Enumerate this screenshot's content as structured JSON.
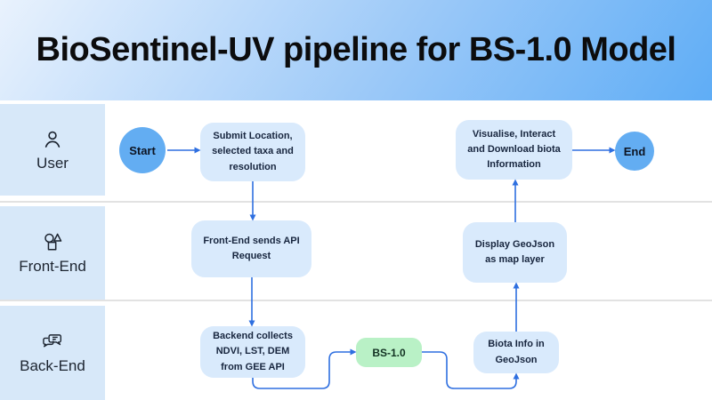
{
  "title": "BioSentinel-UV pipeline for BS-1.0 Model",
  "lanes": [
    {
      "label": "User",
      "icon": "user-icon"
    },
    {
      "label": "Front-End",
      "icon": "shapes-icon"
    },
    {
      "label": "Back-End",
      "icon": "chat-bubbles-icon"
    }
  ],
  "nodes": {
    "start": {
      "label": "Start",
      "type": "terminal"
    },
    "submit": {
      "label": "Submit Location, selected taxa and resolution",
      "type": "process"
    },
    "visualise": {
      "label": "Visualise, Interact and Download biota Information",
      "type": "process"
    },
    "end": {
      "label": "End",
      "type": "terminal"
    },
    "frontend_api": {
      "label": "Front-End sends API Request",
      "type": "process"
    },
    "display_geojson": {
      "label": "Display GeoJson as map layer",
      "type": "process"
    },
    "backend_collects": {
      "label": "Backend collects NDVI, LST, DEM from GEE API",
      "type": "process"
    },
    "bs_model": {
      "label": "BS-1.0",
      "type": "model"
    },
    "biota_info": {
      "label": "Biota Info in GeoJson",
      "type": "process"
    }
  },
  "edges": [
    "start -> submit",
    "submit -> frontend_api",
    "frontend_api -> backend_collects",
    "backend_collects -> bs_model",
    "bs_model -> biota_info",
    "biota_info -> display_geojson",
    "display_geojson -> visualise",
    "visualise -> end"
  ],
  "colors": {
    "header_grad_start": "#e9f2fd",
    "header_grad_mid": "#9cc9f8",
    "header_grad_end": "#5fadf6",
    "lane_panel_fill": "#d7e8f9",
    "lane_separator": "#e2e2e2",
    "process_fill": "#d9eafc",
    "terminal_fill": "#63adf2",
    "model_fill": "#b9f1c6",
    "arrow": "#2e6fe0",
    "text_dark": "#17253e",
    "title_color": "#0c0c0d"
  }
}
